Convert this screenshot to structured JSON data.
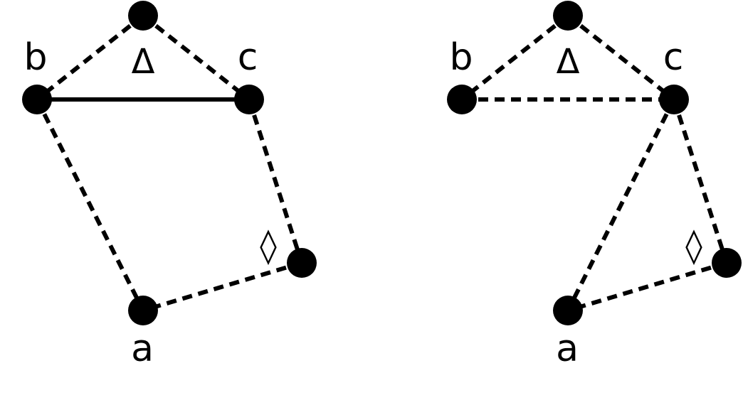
{
  "graphs": [
    {
      "labels": {
        "b": "b",
        "c": "c",
        "a": "a"
      },
      "symbols": {
        "delta": "Δ",
        "diamond": "◊"
      },
      "edges": [
        {
          "from": "top",
          "to": "b",
          "style": "dashed"
        },
        {
          "from": "top",
          "to": "c",
          "style": "dashed"
        },
        {
          "from": "b",
          "to": "c",
          "style": "solid"
        },
        {
          "from": "b",
          "to": "a",
          "style": "dashed"
        },
        {
          "from": "c",
          "to": "d",
          "style": "dashed"
        },
        {
          "from": "d",
          "to": "a",
          "style": "dashed"
        }
      ]
    },
    {
      "labels": {
        "b": "b",
        "c": "c",
        "a": "a"
      },
      "symbols": {
        "delta": "Δ",
        "diamond": "◊"
      },
      "edges": [
        {
          "from": "top",
          "to": "b",
          "style": "dashed"
        },
        {
          "from": "top",
          "to": "c",
          "style": "dashed"
        },
        {
          "from": "b",
          "to": "c",
          "style": "dashed"
        },
        {
          "from": "c",
          "to": "a",
          "style": "dashed"
        },
        {
          "from": "c",
          "to": "d",
          "style": "dashed"
        },
        {
          "from": "d",
          "to": "a",
          "style": "dashed"
        }
      ]
    }
  ]
}
